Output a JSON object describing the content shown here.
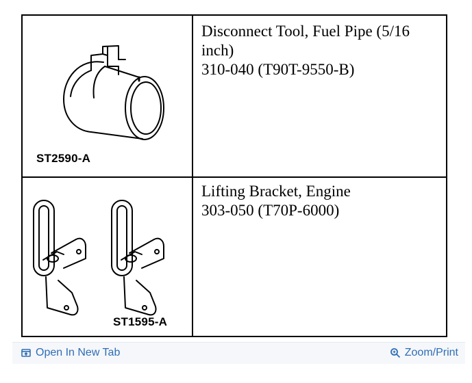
{
  "figure": {
    "rows": [
      {
        "code": "ST2590-A",
        "description_lines": [
          "Disconnect Tool, Fuel Pipe (5/16",
          "inch)",
          "310-040 (T90T-9550-B)"
        ]
      },
      {
        "code": "ST1595-A",
        "description_lines": [
          "Lifting Bracket, Engine",
          "303-050 (T70P-6000)"
        ]
      }
    ]
  },
  "toolbar": {
    "open_label": "Open In New Tab",
    "open_icon": "open-in-new-tab-icon",
    "zoom_label": "Zoom/Print",
    "zoom_icon": "magnifier-icon",
    "link_color": "#2f6db5"
  }
}
